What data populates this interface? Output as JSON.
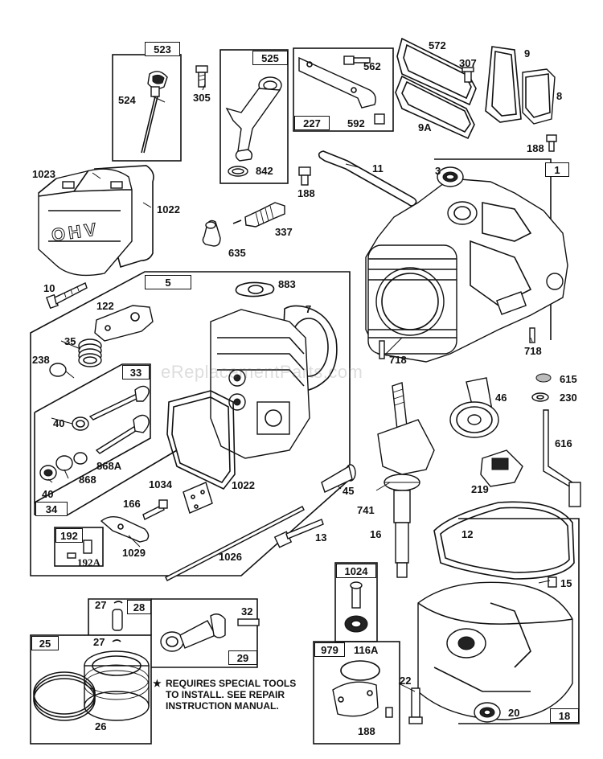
{
  "watermark": "eReplacementParts.com",
  "callouts": {
    "c523": "523",
    "c524": "524",
    "c305": "305",
    "c525": "525",
    "c842": "842",
    "c562": "562",
    "c227": "227",
    "c592": "592",
    "c572": "572",
    "c307": "307",
    "c9": "9",
    "c8": "8",
    "c9a": "9A",
    "c188a": "188",
    "c1023": "1023",
    "c1022a": "1022",
    "c11": "11",
    "c188b": "188",
    "c337": "337",
    "c635": "635",
    "c3": "3",
    "c1": "1",
    "c10": "10",
    "c5": "5",
    "c883": "883",
    "c122": "122",
    "c7": "7",
    "c35": "35",
    "c238": "238",
    "c33": "33",
    "c40a": "40",
    "c868a": "868A",
    "c868": "868",
    "c40b": "40",
    "c34": "34",
    "c1034": "1034",
    "c1022b": "1022",
    "c718a": "718",
    "c718b": "718",
    "c615": "615",
    "c230": "230",
    "c46": "46",
    "c616": "616",
    "c219": "219",
    "c45": "45",
    "c741": "741",
    "c166": "166",
    "c13": "13",
    "c192": "192",
    "c192a": "192A",
    "c1029": "1029",
    "c16": "16",
    "c12": "12",
    "c1026": "1026",
    "c15": "15",
    "c1024": "1024",
    "c27a": "27",
    "c28": "28",
    "c32": "32",
    "c25": "25",
    "c27b": "27",
    "c29": "29",
    "c979": "979",
    "c116a": "116A",
    "c22": "22",
    "c188c": "188",
    "c20": "20",
    "c18": "18",
    "c26": "26"
  },
  "note": {
    "star": "★",
    "line1": "REQUIRES SPECIAL TOOLS",
    "line2": "TO INSTALL.  SEE REPAIR",
    "line3": "INSTRUCTION MANUAL."
  },
  "cover_lettering": "OHV"
}
